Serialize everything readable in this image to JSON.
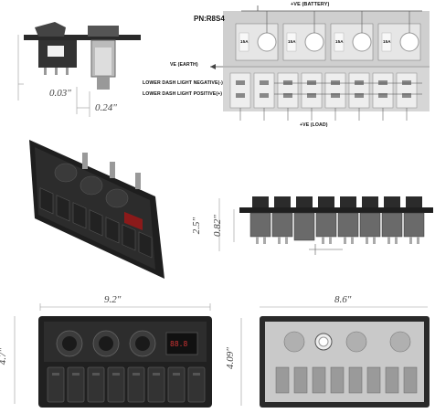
{
  "wiring": {
    "part_number": "PN:R8S4",
    "battery_label": "+VE (BATTERY)",
    "earth_label": "VE (EARTH)",
    "negative_label": "LOWER DASH LIGHT NEGATIVE(-)",
    "positive_label": "LOWER DASH LIGHT POSITIVE(+)",
    "load_label": "+VE (LOAD)",
    "fuse_labels": [
      "15A",
      "15A",
      "15A",
      "15A"
    ]
  },
  "side_profile": {
    "dim_panel_thickness": "0.03\"",
    "dim_depth": "0.24\""
  },
  "side_view": {
    "dim_height_outer": "2.5\"",
    "dim_height_inner": "0.82\""
  },
  "front_view": {
    "dim_width": "9.2\"",
    "dim_height": "4.7\"",
    "voltmeter_reading": "88.8"
  },
  "back_view": {
    "dim_width": "8.6\"",
    "dim_height": "4.09\""
  }
}
